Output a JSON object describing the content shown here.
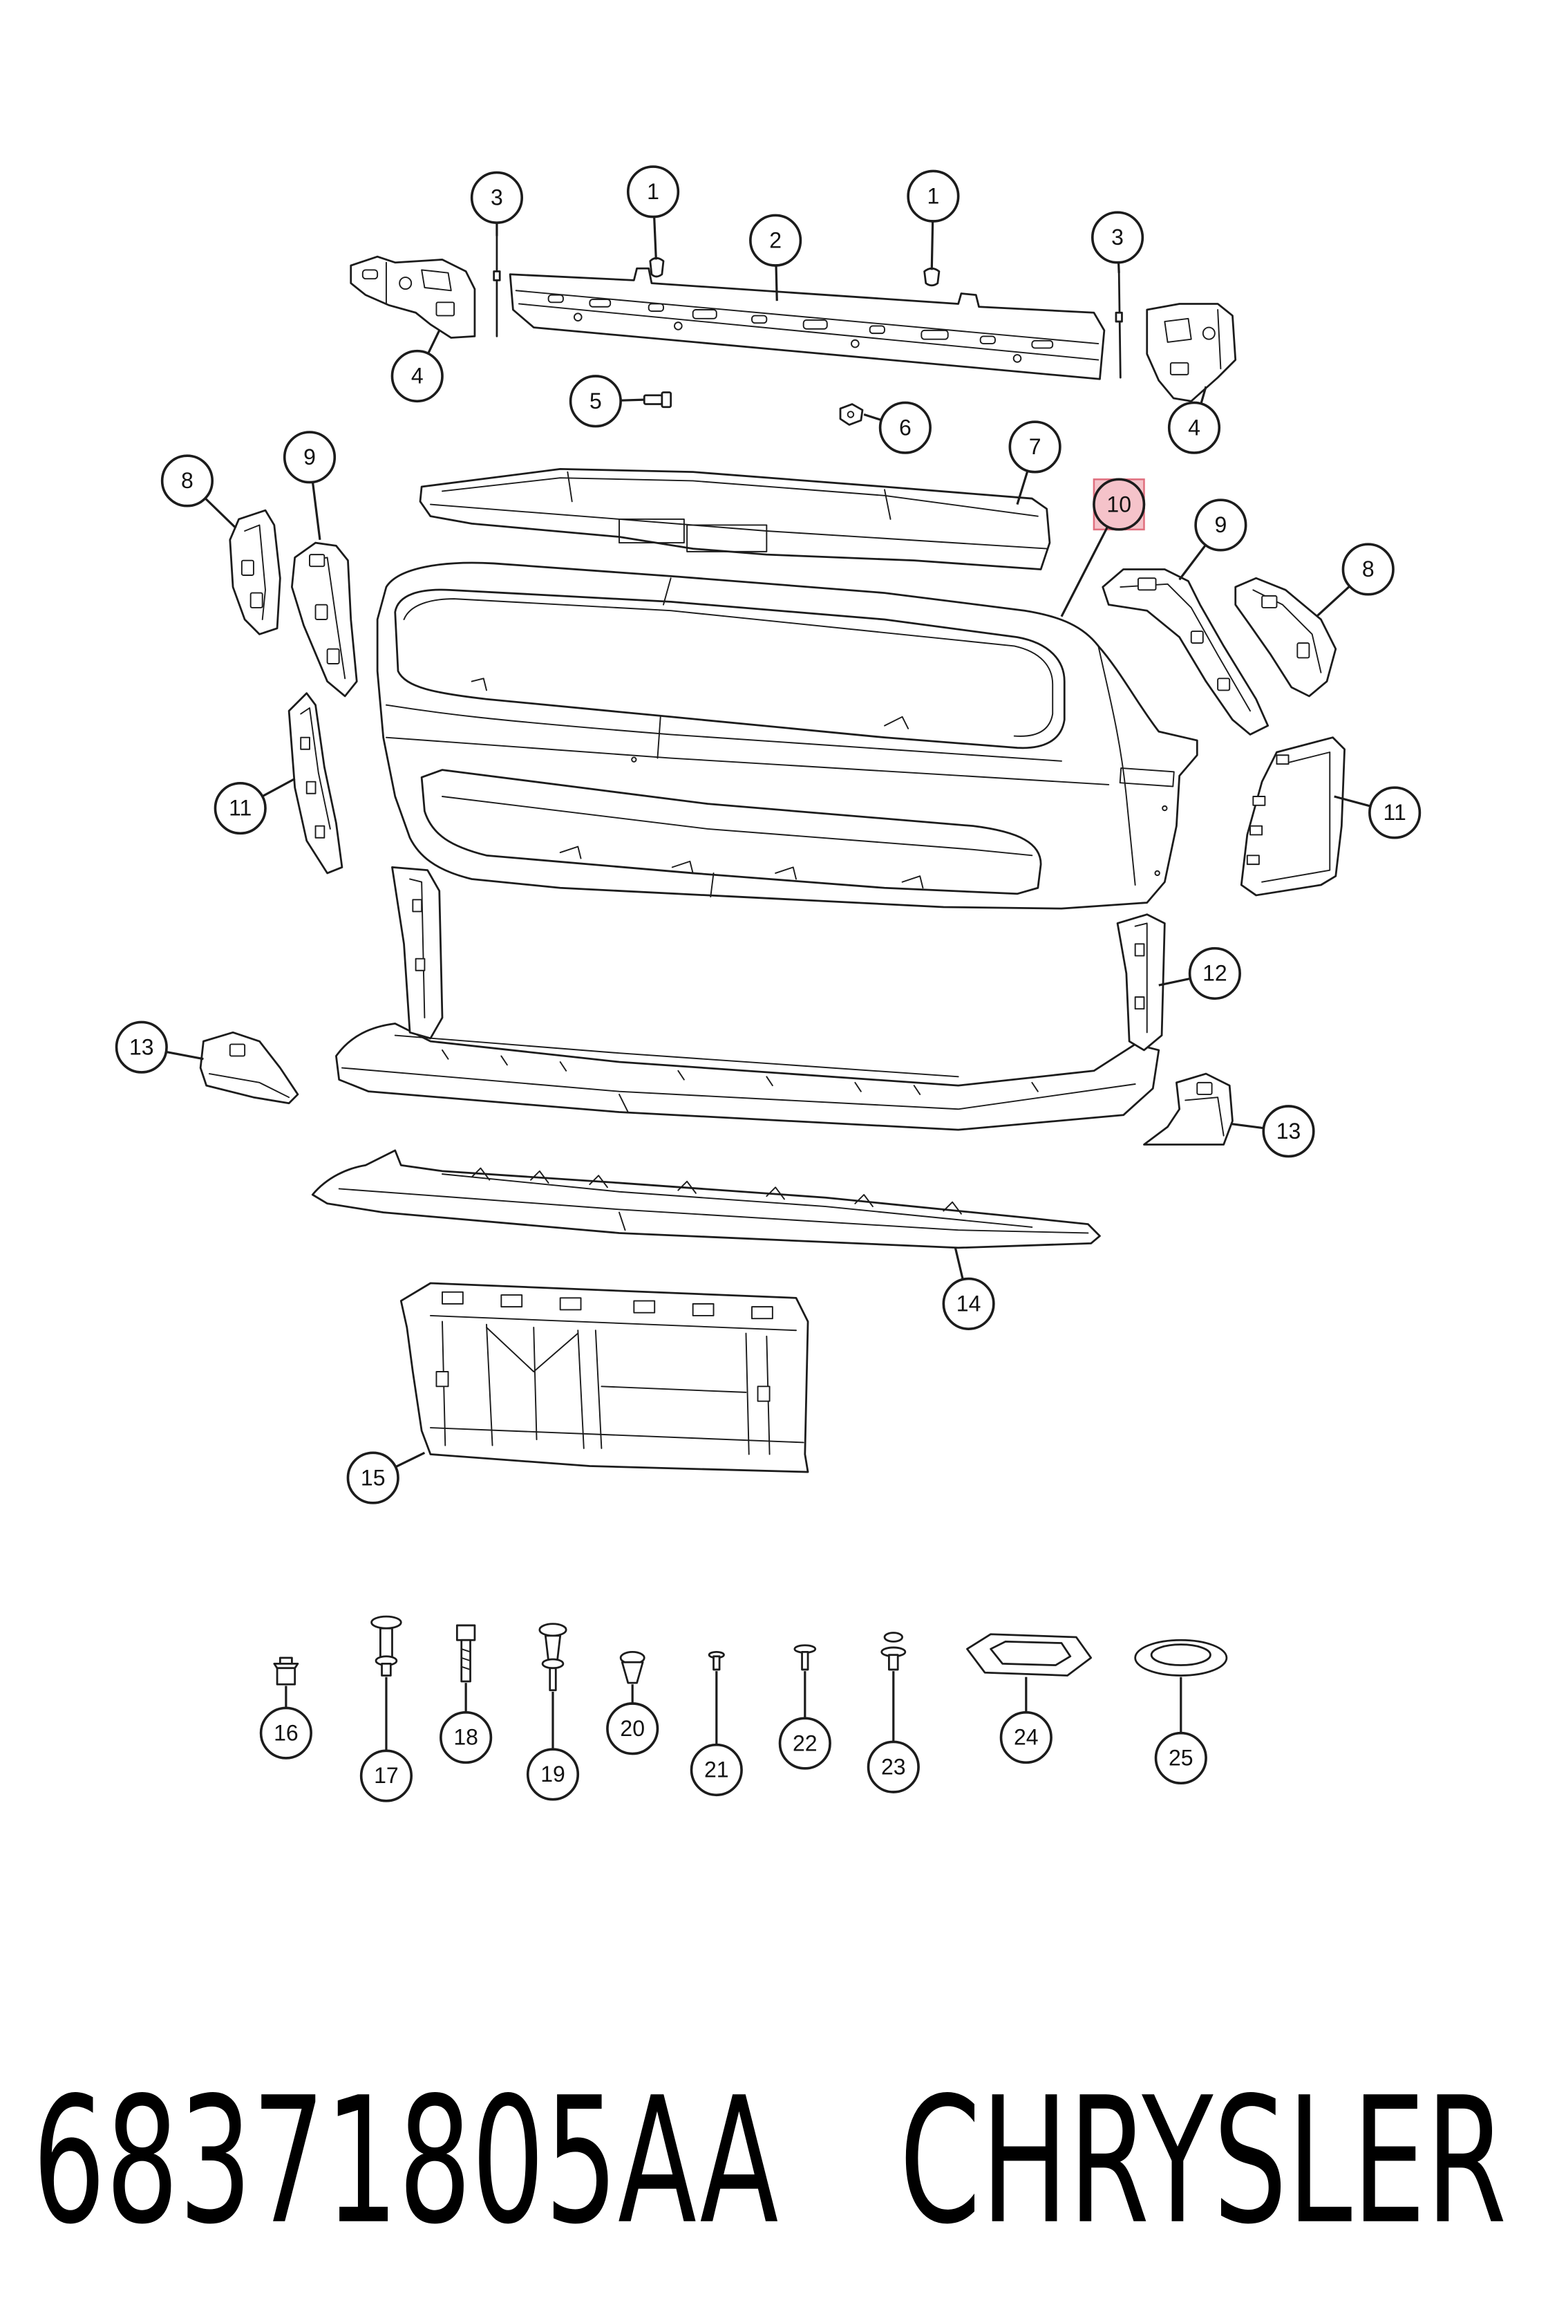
{
  "callouts": [
    {
      "label": "3"
    },
    {
      "label": "1"
    },
    {
      "label": "1"
    },
    {
      "label": "2"
    },
    {
      "label": "3"
    },
    {
      "label": "4"
    },
    {
      "label": "5"
    },
    {
      "label": "6"
    },
    {
      "label": "4"
    },
    {
      "label": "7"
    },
    {
      "label": "8"
    },
    {
      "label": "9"
    },
    {
      "label": "10",
      "highlighted": true
    },
    {
      "label": "9"
    },
    {
      "label": "8"
    },
    {
      "label": "11"
    },
    {
      "label": "11"
    },
    {
      "label": "12"
    },
    {
      "label": "13"
    },
    {
      "label": "13"
    },
    {
      "label": "14"
    },
    {
      "label": "15"
    },
    {
      "label": "16"
    },
    {
      "label": "17"
    },
    {
      "label": "18"
    },
    {
      "label": "19"
    },
    {
      "label": "20"
    },
    {
      "label": "21"
    },
    {
      "label": "22"
    },
    {
      "label": "23"
    },
    {
      "label": "24"
    },
    {
      "label": "25"
    }
  ],
  "highlight_color": "#e0707f",
  "highlight_fill": "#f5c3ca",
  "footer": {
    "part_number": "68371805AA",
    "brand": "CHRYSLER"
  }
}
